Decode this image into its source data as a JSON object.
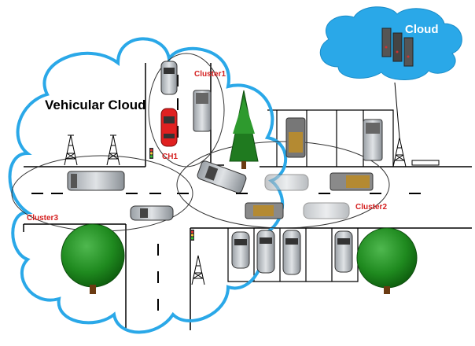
{
  "diagram": {
    "vehicular_cloud_title": "Vehicular Cloud",
    "cloud_label": "Cloud",
    "clusters": [
      {
        "label": "Cluster1"
      },
      {
        "label": "Cluster2"
      },
      {
        "label": "Cluster3"
      }
    ],
    "cluster_head_label": "CH1"
  },
  "colors": {
    "cloud_fill": "#2aa8e8",
    "vehicular_cloud_stroke": "#2aa8e8",
    "cluster_label": "#d42020",
    "tree_green": "#1f7a1f",
    "road_line": "#000000",
    "car_red": "#e02020"
  }
}
